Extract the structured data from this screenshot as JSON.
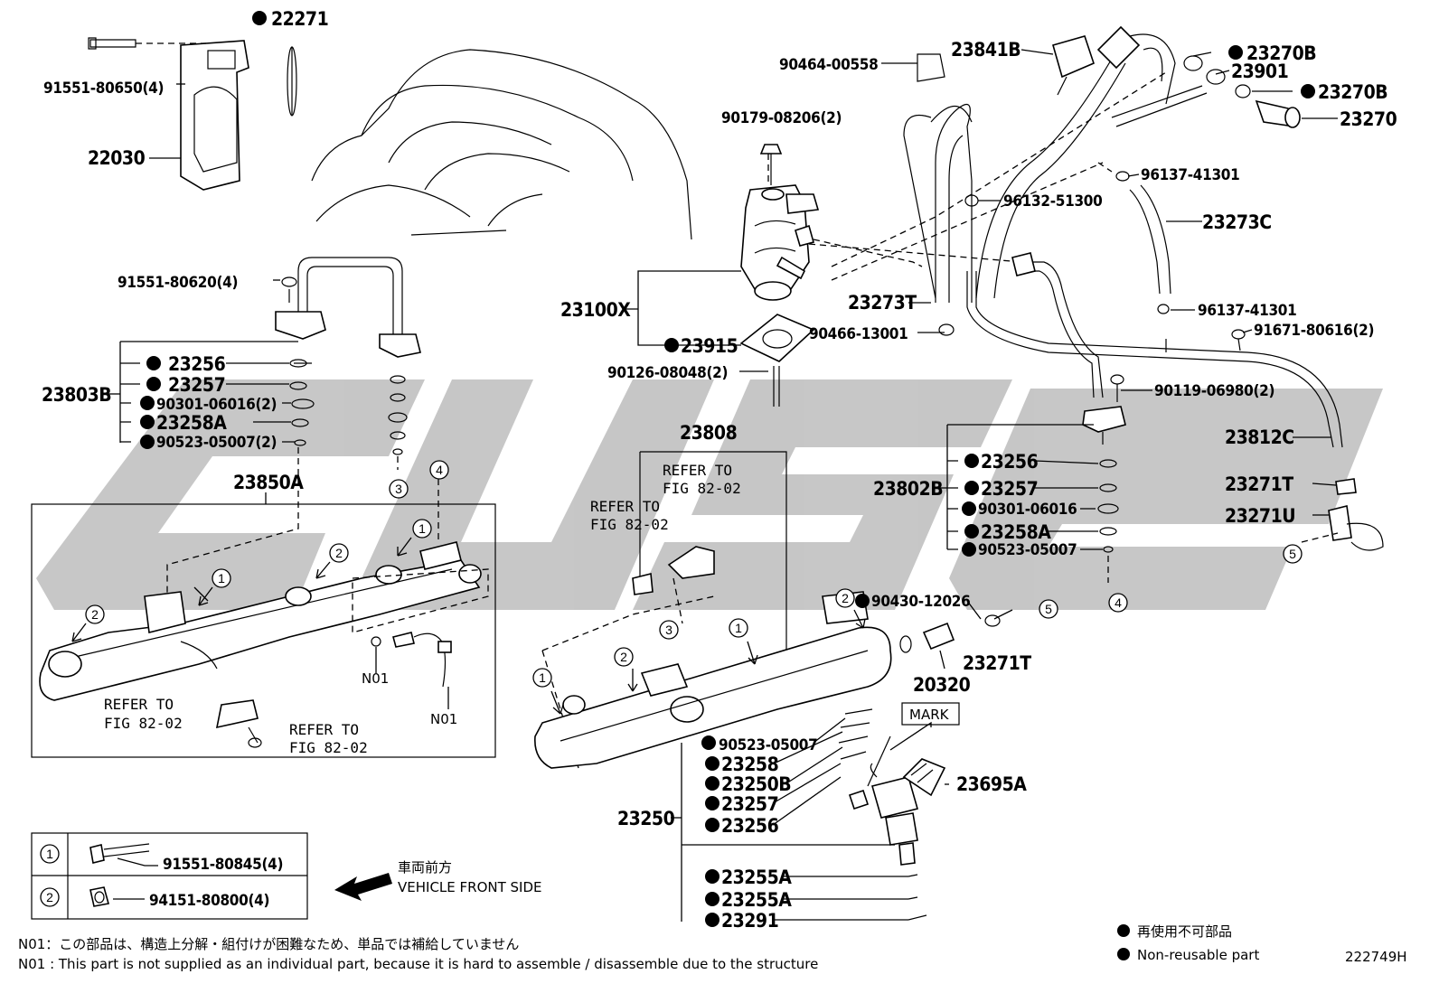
{
  "watermark": "cuse",
  "diagram_id": "222749H",
  "parts": {
    "p22271": "22271",
    "p91551_80650": "91551-80650(4)",
    "p22030": "22030",
    "p91551_80620": "91551-80620(4)",
    "p23803B": "23803B",
    "p23256a": "23256",
    "p23257a": "23257",
    "p90301a": "90301-06016(2)",
    "p23258Aa": "23258A",
    "p90523a": "90523-05007(2)",
    "p23850A": "23850A",
    "p90464": "90464-00558",
    "p23841B": "23841B",
    "p23270Ba": "23270B",
    "p23901": "23901",
    "p23270Bb": "23270B",
    "p23270": "23270",
    "p90179": "90179-08206(2)",
    "p96137a": "96137-41301",
    "p96132": "96132-51300",
    "p23273C": "23273C",
    "p23100X": "23100X",
    "p23273T": "23273T",
    "p96137b": "96137-41301",
    "p90466": "90466-13001",
    "p91671": "91671-80616(2)",
    "p23915": "23915",
    "p90126": "90126-08048(2)",
    "p90119": "90119-06980(2)",
    "p23808": "23808",
    "p23812C": "23812C",
    "p23256b": "23256",
    "p23802B": "23802B",
    "p23257b": "23257",
    "p90301b": "90301-06016",
    "p23258Ab": "23258A",
    "p90523b": "90523-05007",
    "p23271T": "23271T",
    "p23271U": "23271U",
    "p90430": "90430-12026",
    "p23271Tb": "23271T",
    "p20320": "20320",
    "pN01a": "N01",
    "pN01b": "N01",
    "pMARK": "MARK",
    "p90523c": "90523-05007",
    "p23258": "23258",
    "p23250B": "23250B",
    "p23695A": "23695A",
    "p23257c": "23257",
    "p23250": "23250",
    "p23256c": "23256",
    "p23255Aa": "23255A",
    "p23255Ab": "23255A",
    "p23291": "23291"
  },
  "refs": {
    "r1a": "REFER TO",
    "r1b": "FIG 82-02",
    "r2a": "REFER TO",
    "r2b": "FIG 82-02",
    "r3a": "REFER TO",
    "r3b": "FIG 82-02",
    "r4a": "REFER TO",
    "r4b": "FIG 82-02"
  },
  "legend": {
    "row1_num": "1",
    "row1_part": "91551-80845(4)",
    "row2_num": "2",
    "row2_part": "94151-80800(4)"
  },
  "front": {
    "jp": "車両前方",
    "en": "VEHICLE FRONT SIDE"
  },
  "notes": {
    "jp": "N01：この部品は、構造上分解・組付けが困難なため、単品では補給していません",
    "en": "N01 : This part is not supplied as an individual part, because it is hard to assemble / disassemble due to the structure"
  },
  "key": {
    "jp": "再使用不可部品",
    "en": "Non-reusable part"
  },
  "callouts": [
    "1",
    "2",
    "3",
    "4",
    "5"
  ]
}
